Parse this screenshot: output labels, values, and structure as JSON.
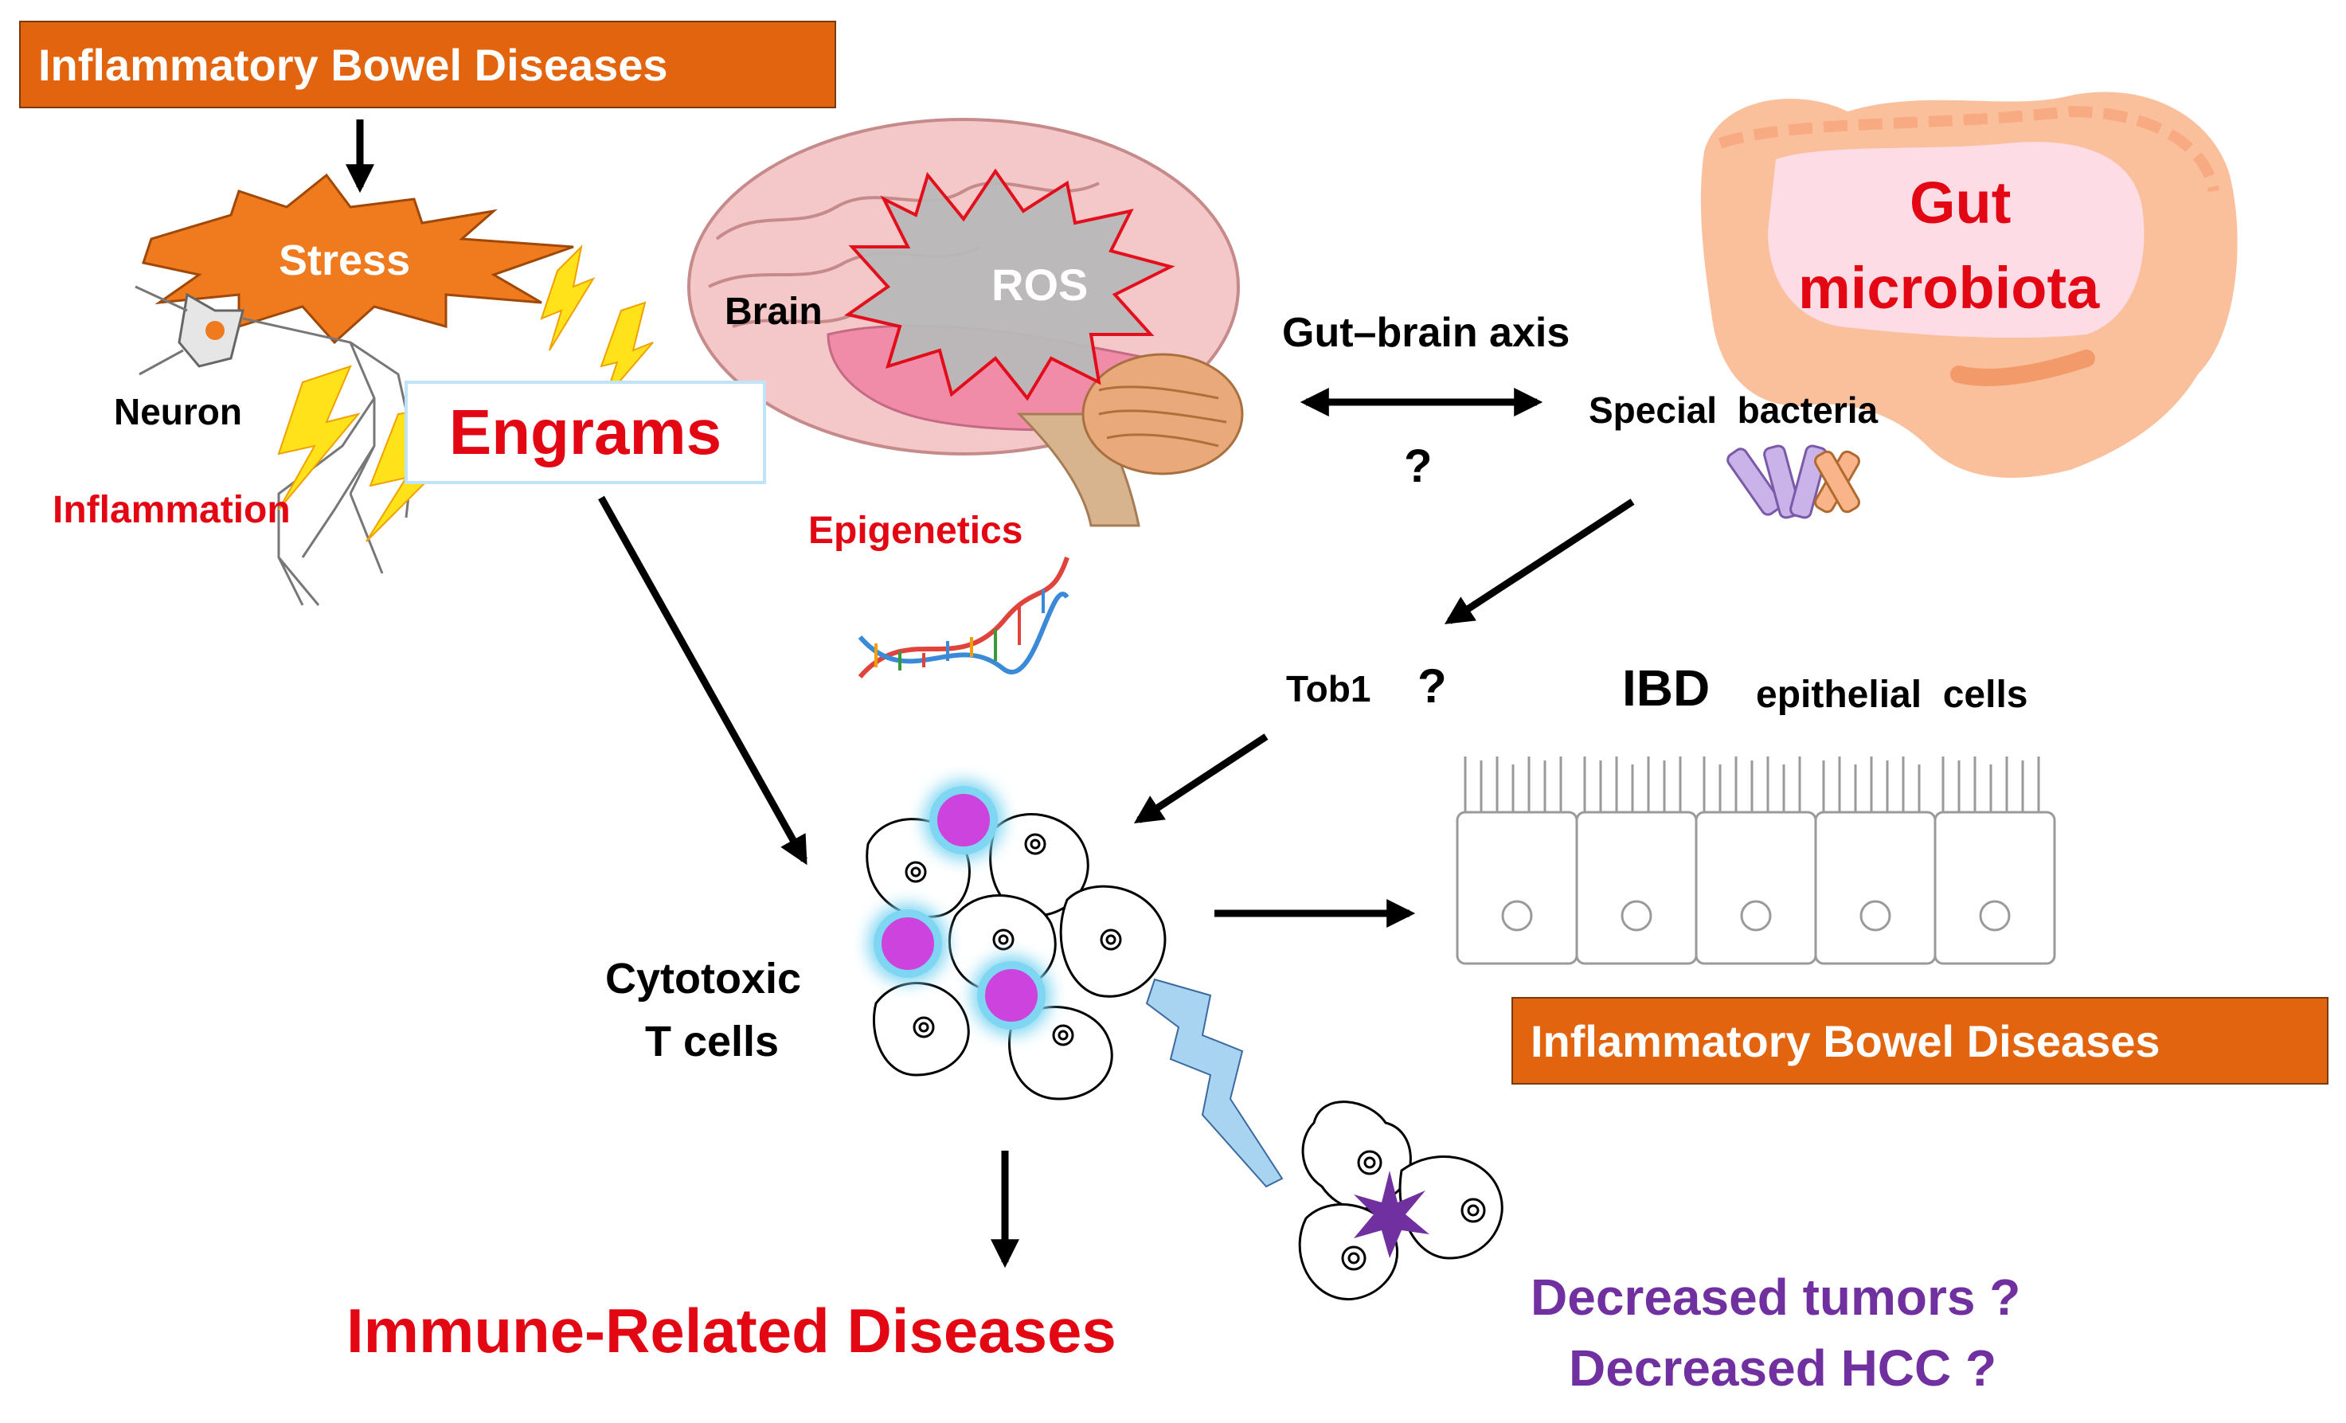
{
  "diagram": {
    "top_box_label": "Inflammatory Bowel Diseases",
    "stress_label": "Stress",
    "neuron_label": "Neuron",
    "inflammation_label": "Inflammation",
    "engrams_label": "Engrams",
    "brain_label": "Brain",
    "ros_label": "ROS",
    "epigenetics_label": "Epigenetics",
    "gut_brain_axis_label": "Gut–brain axis",
    "axis_question": "?",
    "gut_microbiota_label_1": "Gut",
    "gut_microbiota_label_2": "microbiota",
    "special_bacteria_label": "Special  bacteria",
    "tob1_label": "Tob1",
    "tob1_question": "?",
    "ibd_label": "IBD",
    "epithelial_label": "epithelial  cells",
    "bottom_box_label": "Inflammatory Bowel Diseases",
    "cytotoxic_label_1": "Cytotoxic",
    "cytotoxic_label_2": "T cells",
    "immune_diseases_label": "Immune-Related Diseases",
    "decreased_tumors_label": "Decreased tumors ?",
    "decreased_hcc_label": "Decreased HCC ?"
  },
  "colors": {
    "box_orange": "#e2640f",
    "stress_orange": "#f07a1e",
    "title_red": "#e30613",
    "purple_text": "#7030a0",
    "brain_pink": "#f4c8c8",
    "brain_hot_pink": "#f08ca8",
    "gut_peach": "#f9b48a",
    "cell_magenta": "#cc44dd",
    "halo_cyan": "#7fd6f2",
    "lightning_yellow": "#ffe21a",
    "lightning_blue": "#a8d4f2"
  }
}
